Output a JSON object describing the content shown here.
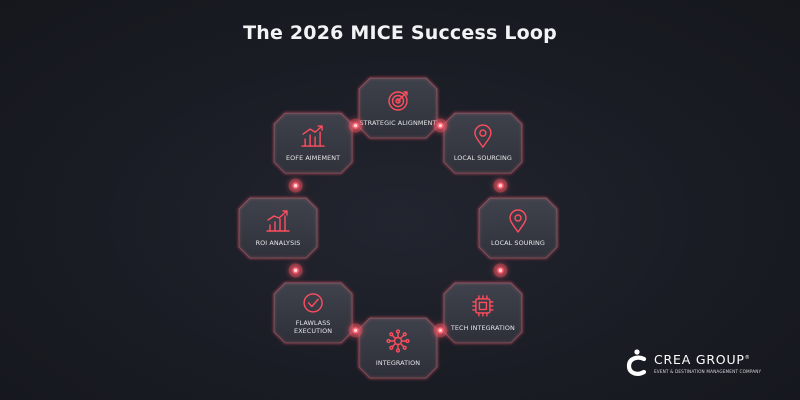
{
  "title": "The 2026 MICE Success Loop",
  "accent_color": "#ff4d5e",
  "tiles": [
    {
      "label_lines": [
        "STRATEGIC ALIGNMENT"
      ],
      "icon": "target-icon"
    },
    {
      "label_lines": [
        "LOCAL SOURCING"
      ],
      "icon": "location-pin-icon"
    },
    {
      "label_lines": [
        "LOCAL SOURING"
      ],
      "icon": "location-pin-icon"
    },
    {
      "label_lines": [
        "TECH INTEGRATION"
      ],
      "icon": "microchip-icon"
    },
    {
      "label_lines": [
        "INTEGRATION"
      ],
      "icon": "network-hub-icon"
    },
    {
      "label_lines": [
        "FLAWLASS",
        "EXECUTION"
      ],
      "icon": "check-circle-icon"
    },
    {
      "label_lines": [
        "ROI ANALYSIS"
      ],
      "icon": "growth-chart-icon"
    },
    {
      "label_lines": [
        "EOFE AIMEMENT"
      ],
      "icon": "bar-chart-trend-icon"
    }
  ],
  "logo": {
    "name": "CREA GROUP",
    "registered_mark": "®",
    "tagline": "EVENT & DESTINATION MANAGEMENT COMPANY"
  }
}
